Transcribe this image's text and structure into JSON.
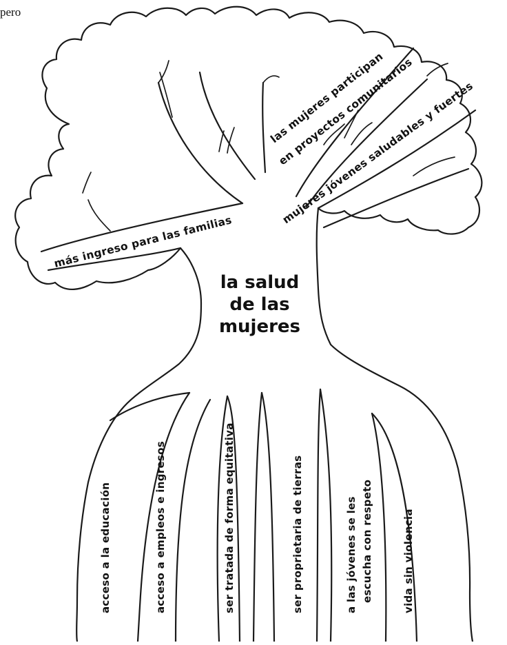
{
  "corner_text": "pero",
  "center_title": [
    "la salud",
    "de las",
    "mujeres"
  ],
  "branches": [
    "más ingreso para las familias",
    "las mujeres participan",
    "en proyectos comunitarios",
    "mujeres jóvenes saludables y fuertes"
  ],
  "roots": [
    [
      "acceso a la educación"
    ],
    [
      "acceso a empleos e ingresos"
    ],
    [
      "ser tratada de forma equitativa"
    ],
    [
      "ser proprietaria de tierras"
    ],
    [
      "a las jóvenes se les",
      "escucha con respeto"
    ],
    [
      "vida sin violencia"
    ]
  ]
}
